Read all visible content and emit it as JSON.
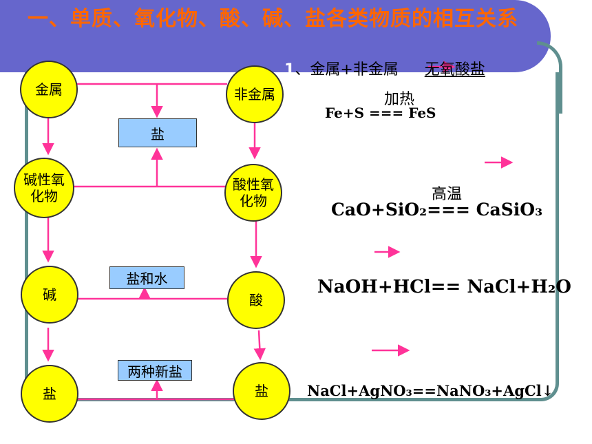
{
  "title": "一、单质、氧化物、酸、碱、盐各类物质的相互关系",
  "nodes": {
    "metal": "金属",
    "nonmetal": "非金属",
    "basic_oxide": "碱性氧化物",
    "acidic_oxide": "酸性氧化物",
    "base": "碱",
    "acid": "酸",
    "salt_left": "盐",
    "salt_right": "盐"
  },
  "boxes": {
    "salt_top": "盐",
    "salt_water": "盐和水",
    "two_new_salts": "两种新盐"
  },
  "reactions": {
    "r1_number": "1",
    "r1_heading": "、金属+非金属",
    "r1_product": "无氧酸盐",
    "r1_condition": "加热",
    "r1_equation": "Fe+S === FeS",
    "r2_condition": "高温",
    "r2_equation": "CaO+SiO₂=== CaSiO₃",
    "r3_equation": "NaOH+HCl== NaCl+H₂O",
    "r4_equation": "NaCl+AgNO₃==NaNO₃+AgCl↓"
  },
  "colors": {
    "banner": "#6666cc",
    "title": "#ff6600",
    "node_fill": "#ffff00",
    "box_fill": "#99ccff",
    "arrow": "#ff3399",
    "frame": "#5f8f8f"
  }
}
